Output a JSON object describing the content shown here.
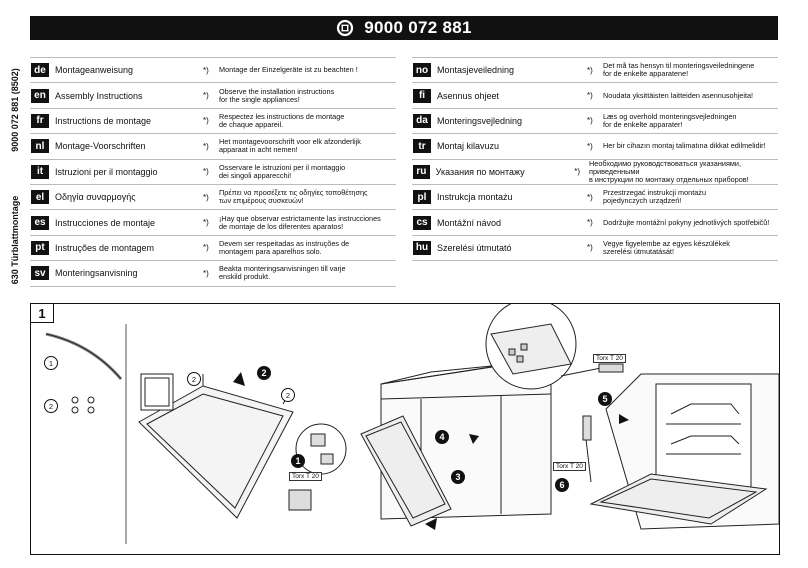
{
  "side_text": {
    "part_number": "9000 072 881  (8502)",
    "title": "630 Türblattmontage"
  },
  "header": {
    "number": "9000 072 881"
  },
  "left_rows": [
    {
      "code": "de",
      "title": "Montageanweisung",
      "star": "*)",
      "note": "Montage der Einzelgeräte ist zu beachten !"
    },
    {
      "code": "en",
      "title": "Assembly Instructions",
      "star": "*)",
      "note": "Observe the installation instructions\nfor the single appliances!"
    },
    {
      "code": "fr",
      "title": "Instructions de montage",
      "star": "*)",
      "note": "Respectez les instructions de montage\nde chaque appareil."
    },
    {
      "code": "nl",
      "title": "Montage-Voorschriften",
      "star": "*)",
      "note": "Het montagevoorschrift voor elk afzonderlijk\napparaat in acht nemen!"
    },
    {
      "code": "it",
      "title": "Istruzioni per il montaggio",
      "star": "*)",
      "note": "Osservare le istruzioni per il montaggio\ndei singoli apparecchi!"
    },
    {
      "code": "el",
      "title": "Οδηγία συναρμογής",
      "star": "*)",
      "note": "Πρέπει να προσέξετε τις οδηγίες τοποθέτησης\nτων επιμέρους συσκευών!"
    },
    {
      "code": "es",
      "title": "Instrucciones de montaje",
      "star": "*)",
      "note": "¡Hay que observar estrictamente las instrucciones\nde montaje de los diferentes aparatos!"
    },
    {
      "code": "pt",
      "title": "Instruções de montagem",
      "star": "*)",
      "note": "Devem ser respeitadas as instruções de\nmontagem para aparelhos solo."
    },
    {
      "code": "sv",
      "title": "Monteringsanvisning",
      "star": "*)",
      "note": "Beakta monteringsanvisningen till varje\nenskild produkt."
    }
  ],
  "right_rows": [
    {
      "code": "no",
      "title": "Montasjeveiledning",
      "star": "*)",
      "note": "Det må tas hensyn til monteringsveiledningene\nfor de enkelte apparatene!"
    },
    {
      "code": "fi",
      "title": "Asennus ohjeet",
      "star": "*)",
      "note": "Noudata yksittäisten laitteiden asennusohjeita!"
    },
    {
      "code": "da",
      "title": "Monteringsvejledning",
      "star": "*)",
      "note": "Læs og overhold monteringsvejledningen\nfor de enkelte apparater!"
    },
    {
      "code": "tr",
      "title": "Montaj kilavuzu",
      "star": "*)",
      "note": "Her bir cihazın montaj talimatına dikkat edilmelidir!"
    },
    {
      "code": "ru",
      "title": "Указания по монтажу",
      "star": "*)",
      "note": "Необходимо руководствоваться указаниями, приведенными\nв инструкции по монтажу отдельных приборов!"
    },
    {
      "code": "pl",
      "title": "Instrukcja montażu",
      "star": "*)",
      "note": "Przestrzegać instrukcji montażu\npojedynczych urządzeń!"
    },
    {
      "code": "cs",
      "title": "Montážní návod",
      "star": "*)",
      "note": "Dodržujte montážní pokyny jednotlivých spotřebičů!"
    },
    {
      "code": "hu",
      "title": "Szerelési útmutató",
      "star": "*)",
      "note": "Vegye figyelembe az egyes készülékek\nszerelési útmutatását!"
    }
  ],
  "figure": {
    "number": "1",
    "tool_label_1": "Torx T 20",
    "tool_label_2": "Torx T 20",
    "tool_label_3": "Torx T 20",
    "step_1": "1",
    "step_2": "2",
    "step_3": "3",
    "step_4": "4",
    "step_5": "5",
    "step_6": "6",
    "part_1": "1",
    "part_2": "2",
    "part_2b": "2",
    "part_2c": "2"
  }
}
